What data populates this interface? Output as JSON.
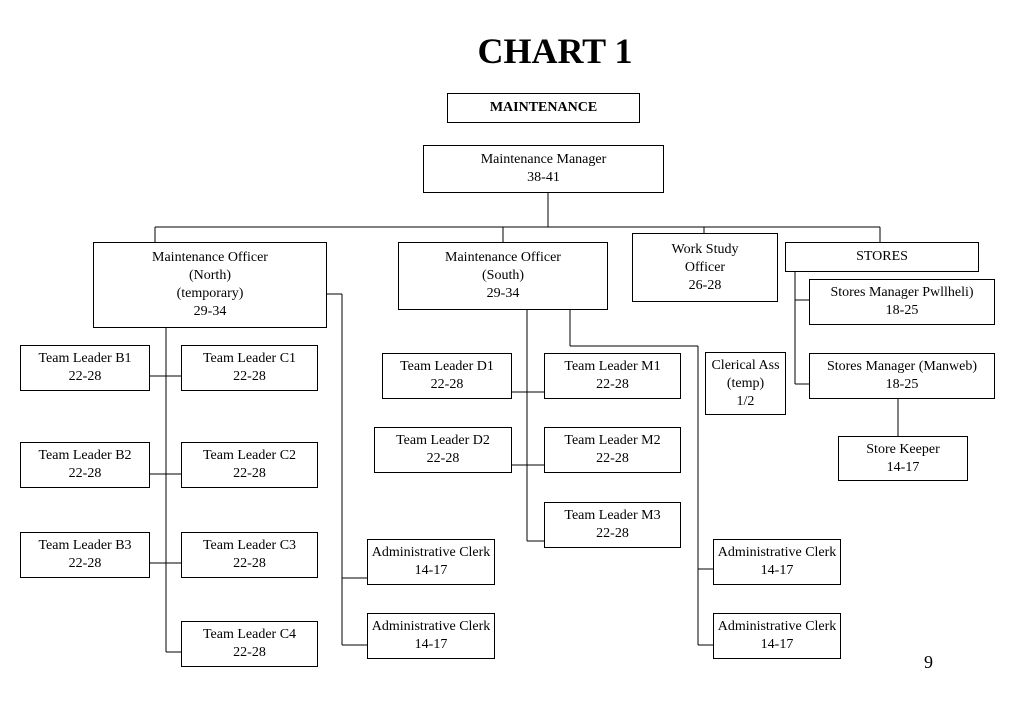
{
  "title": "CHART 1",
  "department": "MAINTENANCE",
  "manager": {
    "role": "Maintenance Manager",
    "grade": "38-41"
  },
  "officer_north": {
    "role": "Maintenance Officer",
    "area": "(North)",
    "note": "(temporary)",
    "grade": "29-34"
  },
  "officer_south": {
    "role": "Maintenance Officer",
    "area": "(South)",
    "grade": "29-34"
  },
  "work_study": {
    "line1": "Work Study",
    "line2": "Officer",
    "grade": "26-28"
  },
  "stores": {
    "label": "STORES"
  },
  "stores_manager_pwllheli": {
    "role": "Stores Manager Pwllheli)",
    "grade": "18-25"
  },
  "stores_manager_manweb": {
    "role": "Stores Manager (Manweb)",
    "grade": "18-25"
  },
  "store_keeper": {
    "role": "Store Keeper",
    "grade": "14-17"
  },
  "clerical": {
    "role": "Clerical Ass",
    "note": "(temp)",
    "grade": "1/2"
  },
  "team_leaders": {
    "b1": {
      "role": "Team Leader B1",
      "grade": "22-28"
    },
    "b2": {
      "role": "Team Leader B2",
      "grade": "22-28"
    },
    "b3": {
      "role": "Team Leader B3",
      "grade": "22-28"
    },
    "c1": {
      "role": "Team Leader C1",
      "grade": "22-28"
    },
    "c2": {
      "role": "Team Leader C2",
      "grade": "22-28"
    },
    "c3": {
      "role": "Team Leader C3",
      "grade": "22-28"
    },
    "c4": {
      "role": "Team Leader C4",
      "grade": "22-28"
    },
    "d1": {
      "role": "Team Leader D1",
      "grade": "22-28"
    },
    "d2": {
      "role": "Team Leader D2",
      "grade": "22-28"
    },
    "m1": {
      "role": "Team Leader M1",
      "grade": "22-28"
    },
    "m2": {
      "role": "Team Leader M2",
      "grade": "22-28"
    },
    "m3": {
      "role": "Team Leader M3",
      "grade": "22-28"
    }
  },
  "admin_clerks": [
    {
      "role": "Administrative Clerk",
      "grade": "14-17"
    },
    {
      "role": "Administrative Clerk",
      "grade": "14-17"
    },
    {
      "role": "Administrative Clerk",
      "grade": "14-17"
    },
    {
      "role": "Administrative Clerk",
      "grade": "14-17"
    }
  ],
  "page_number": "9"
}
